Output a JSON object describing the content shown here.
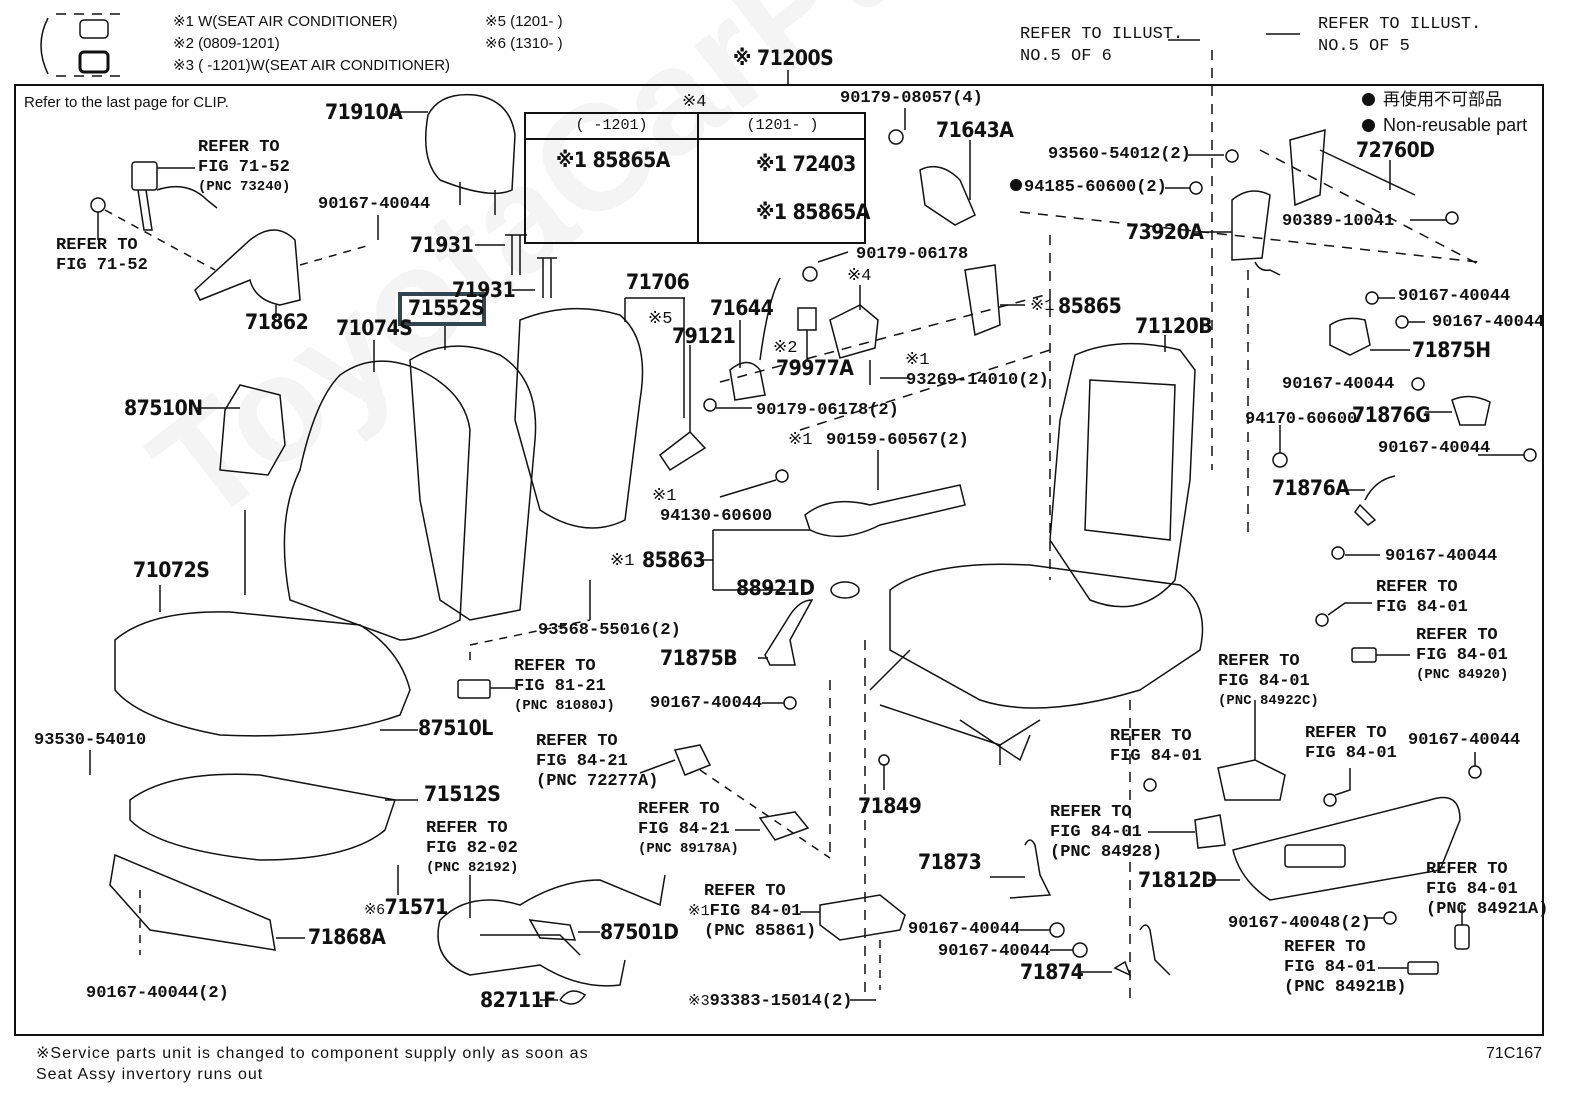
{
  "header": {
    "notes_left": [
      "※1 W(SEAT AIR CONDITIONER)",
      "※2 (0809-1201)",
      "※3 (      -1201)W(SEAT AIR CONDITIONER)"
    ],
    "notes_right": [
      "※5 (1201-      )",
      "※6 (1310-      )"
    ],
    "assembly_label": "※ 71200S",
    "refer_illust_left": [
      "REFER TO ILLUST.",
      "NO.5 OF 6"
    ],
    "refer_illust_right": [
      "REFER TO ILLUST.",
      "NO.5 OF 5"
    ]
  },
  "frame": {
    "clip_note": "Refer to the last page for CLIP.",
    "legend": {
      "jp": "再使用不可部品",
      "en": "Non-reusable part"
    }
  },
  "highlight": {
    "part": "71552S",
    "color": "#33454f"
  },
  "inset": {
    "marker": "※4",
    "columns": [
      {
        "header": "(      -1201)",
        "parts": [
          "※1 85865A"
        ]
      },
      {
        "header": "(1201-      )",
        "parts": [
          "※1 72403",
          "※1 85865A"
        ]
      }
    ]
  },
  "parts": {
    "p71910A": "71910A",
    "p71931a": "71931",
    "p71931b": "71931",
    "p71862": "71862",
    "p71074S": "71074S",
    "p71552S": "71552S",
    "p87510N": "87510N",
    "p71072S": "71072S",
    "p71706": "71706",
    "p79121": "79121",
    "p71644": "71644",
    "p79977A": "79977A",
    "p71643A": "71643A",
    "p85865": "85865",
    "p73920A": "73920A",
    "p72760D": "72760D",
    "p71120B": "71120B",
    "p71875H": "71875H",
    "p71876G": "71876G",
    "p71876A": "71876A",
    "p85863": "85863",
    "p88921D": "88921D",
    "p71875B": "71875B",
    "p87510L": "87510L",
    "p71512S": "71512S",
    "p71571": "71571",
    "p71868A": "71868A",
    "p87501D": "87501D",
    "p82711F": "82711F",
    "p71849": "71849",
    "p71873": "71873",
    "p71874": "71874",
    "p71812D": "71812D"
  },
  "fasteners": {
    "f90167_40044_a": "90167-40044",
    "f90179_08057": "90179-08057(4)",
    "f90179_06178": "90179-06178",
    "f90179_06178_2": "90179-06178(2)",
    "f93269_14010": "93269-14010(2)",
    "f90159_60567": "90159-60567(2)",
    "f94130_60600": "94130-60600",
    "f93568_55016": "93568-55016(2)",
    "f93560_54012": "93560-54012(2)",
    "f94185_60600": "94185-60600(2)",
    "f90389_10041": "90389-10041",
    "f90167_40044_r1": "90167-40044",
    "f90167_40044_r2": "90167-40044",
    "f90167_40044_r3": "90167-40044",
    "f90167_40044_r4": "90167-40044",
    "f94170_60600": "94170-60600",
    "f90167_40044_r5": "90167-40044",
    "f90167_40044_mid": "90167-40044",
    "f90167_40044_br": "90167-40044",
    "f90167_40044_b1": "90167-40044",
    "f90167_40044_b2": "90167-40044",
    "f90167_40048": "90167-40048(2)",
    "f93530_54010": "93530-54010",
    "f90167_40044_bl": "90167-40044(2)",
    "f93383_15014": "93383-15014(2)"
  },
  "markers": {
    "m1": "※1",
    "m2": "※2",
    "m3": "※3",
    "m4": "※4",
    "m5": "※5",
    "m6": "※6"
  },
  "refs": {
    "seatbelt_top": {
      "l1": "REFER TO",
      "l2": "FIG 71-52",
      "pnc": "(PNC 73240)"
    },
    "seatbelt_left": {
      "l1": "REFER TO",
      "l2": "FIG 71-52"
    },
    "fig81_21": {
      "l1": "REFER TO",
      "l2": "FIG 81-21",
      "pnc": "(PNC 81080J)"
    },
    "fig84_21_a": {
      "l1": "REFER TO",
      "l2": "FIG 84-21",
      "pnc": "(PNC 72277A)"
    },
    "fig84_21_b": {
      "l1": "REFER TO",
      "l2": "FIG 84-21",
      "pnc": "(PNC 89178A)"
    },
    "fig82_02": {
      "l1": "REFER TO",
      "l2": "FIG 82-02",
      "pnc": "(PNC 82192)"
    },
    "fig84_01_85861": {
      "l1": "REFER TO",
      "l2": "FIG 84-01",
      "pnc": "(PNC 85861)"
    },
    "fig84_01_r1": {
      "l1": "REFER TO",
      "l2": "FIG 84-01"
    },
    "fig84_01_84920": {
      "l1": "REFER TO",
      "l2": "FIG 84-01",
      "pnc": "(PNC 84920)"
    },
    "fig84_01_84922C": {
      "l1": "REFER TO",
      "l2": "FIG 84-01",
      "pnc": "(PNC 84922C)"
    },
    "fig84_01_m1": {
      "l1": "REFER TO",
      "l2": "FIG 84-01"
    },
    "fig84_01_m2": {
      "l1": "REFER TO",
      "l2": "FIG 84-01"
    },
    "fig84_01_84928": {
      "l1": "REFER TO",
      "l2": "FIG 84-01",
      "pnc": "(PNC 84928)"
    },
    "fig84_01_84921A": {
      "l1": "REFER TO",
      "l2": "FIG 84-01",
      "pnc": "(PNC 84921A)"
    },
    "fig84_01_84921B": {
      "l1": "REFER TO",
      "l2": "FIG 84-01",
      "pnc": "(PNC 84921B)"
    }
  },
  "footer": {
    "note_l1": "※Service parts unit is changed to component supply only as soon as",
    "note_l2": "Seat Assy invertory runs out",
    "figure_id": "71C167"
  },
  "watermark": "ToyotaCarPart"
}
